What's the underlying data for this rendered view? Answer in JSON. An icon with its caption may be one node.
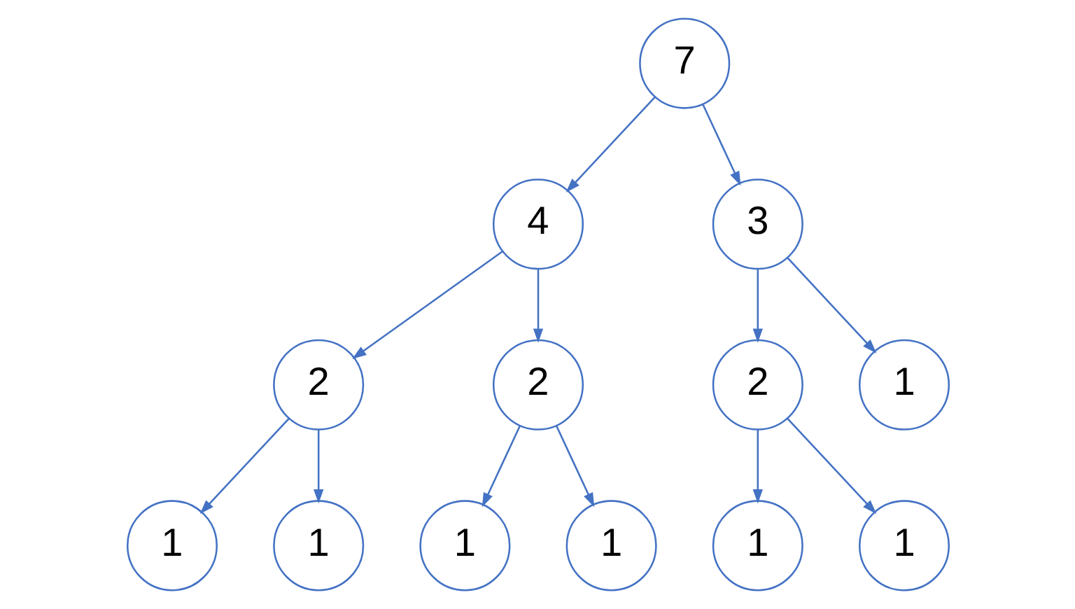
{
  "diagram": {
    "nodes": [
      {
        "text": [
          "7"
        ]
      },
      {
        "text": [
          "4"
        ]
      },
      {
        "text": [
          "3"
        ]
      },
      {
        "text": [
          "2"
        ]
      },
      {
        "text": [
          "2"
        ]
      },
      {
        "text": [
          "2"
        ]
      },
      {
        "text": [
          "1"
        ]
      },
      {
        "text": [
          "1"
        ]
      },
      {
        "text": [
          "1"
        ]
      },
      {
        "text": [
          "1"
        ]
      },
      {
        "text": [
          "1"
        ]
      },
      {
        "text": [
          "1"
        ]
      },
      {
        "text": [
          "1"
        ]
      }
    ],
    "edges": [
      {
        "from": 0,
        "to": 1,
        "arrow": "to"
      },
      {
        "from": 0,
        "to": 2,
        "arrow": "to"
      },
      {
        "from": 1,
        "to": 3,
        "arrow": "to"
      },
      {
        "from": 1,
        "to": 4,
        "arrow": "to"
      },
      {
        "from": 2,
        "to": 5,
        "arrow": "to"
      },
      {
        "from": 2,
        "to": 6,
        "arrow": "to"
      },
      {
        "from": 3,
        "to": 7,
        "arrow": "to"
      },
      {
        "from": 3,
        "to": 8,
        "arrow": "to"
      },
      {
        "from": 4,
        "to": 9,
        "arrow": "to"
      },
      {
        "from": 4,
        "to": 10,
        "arrow": "to"
      },
      {
        "from": 5,
        "to": 11,
        "arrow": "to"
      },
      {
        "from": 5,
        "to": 12,
        "arrow": "to"
      }
    ]
  }
}
